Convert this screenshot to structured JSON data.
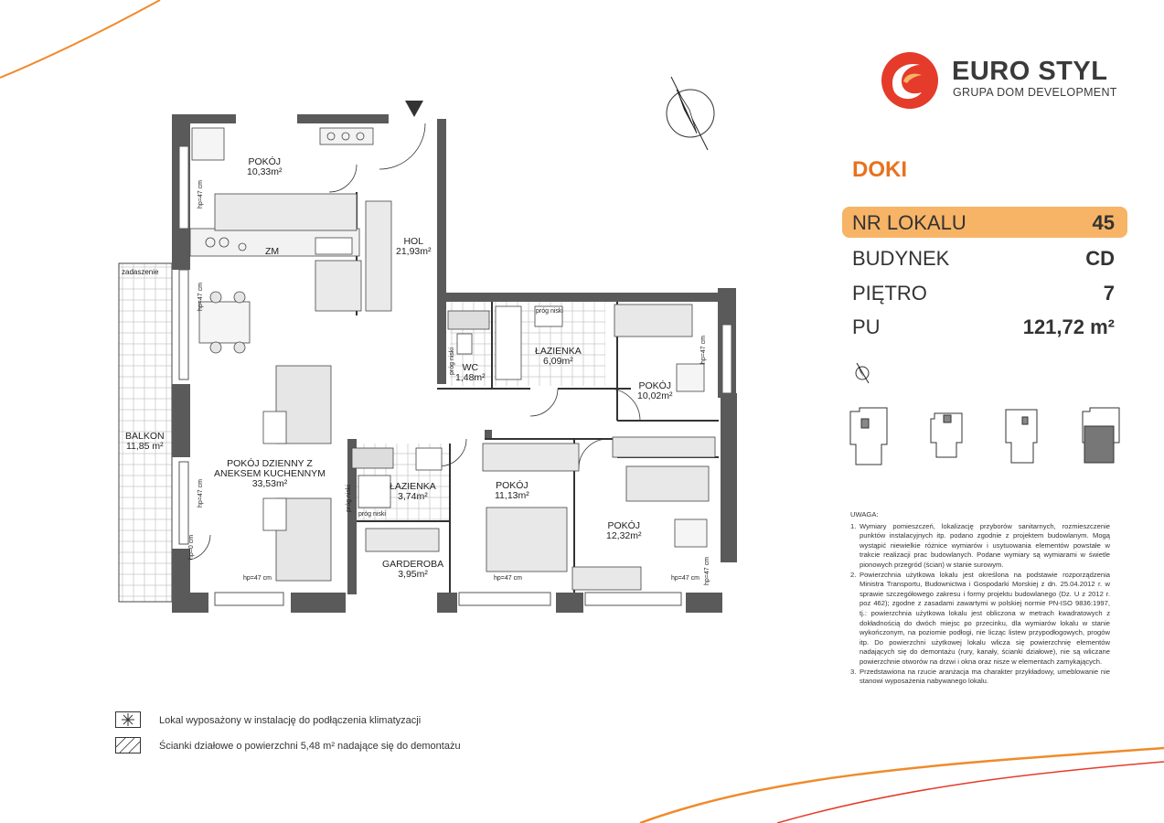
{
  "brand": {
    "name": "EURO STYL",
    "subtitle": "GRUPA DOM DEVELOPMENT",
    "accent_color": "#e8711d",
    "logo_color": "#e53b2a"
  },
  "project": "DOKI",
  "info": [
    {
      "label": "NR LOKALU",
      "value": "45",
      "highlight": true
    },
    {
      "label": "BUDYNEK",
      "value": "CD",
      "highlight": false
    },
    {
      "label": "PIĘTRO",
      "value": "7",
      "highlight": false
    },
    {
      "label": "PU",
      "value": "121,72 m²",
      "highlight": false
    }
  ],
  "rooms": {
    "pokoj1": {
      "name": "POKÓJ",
      "area": "10,33m²"
    },
    "hol": {
      "name": "HOL",
      "area": "21,93m²"
    },
    "zm": {
      "name": "ZM"
    },
    "zadaszenie": "zadaszenie",
    "wc": {
      "name": "WC",
      "area": "1,48m²"
    },
    "lazienka1": {
      "name": "ŁAZIENKA",
      "area": "6,09m²"
    },
    "pokoj2": {
      "name": "POKÓJ",
      "area": "10,02m²"
    },
    "balkon": {
      "name": "BALKON",
      "area": "11,85 m²"
    },
    "dzienny": {
      "line1": "POKÓJ DZIENNY Z",
      "line2": "ANEKSEM KUCHENNYM",
      "area": "33,53m²"
    },
    "lazienka2": {
      "name": "ŁAZIENKA",
      "area": "3,74m²"
    },
    "pokoj3": {
      "name": "POKÓJ",
      "area": "11,13m²"
    },
    "pokoj4": {
      "name": "POKÓJ",
      "area": "12,32m²"
    },
    "garderoba": {
      "name": "GARDEROBA",
      "area": "3,95m²"
    }
  },
  "annotations": {
    "hp47": "hp=47 cm",
    "hp0": "hp=0 cm",
    "prog": "próg niski"
  },
  "legend": [
    {
      "icon": "air-conditioning-icon",
      "text": "Lokal wyposażony w instalację do podłączenia klimatyzacji"
    },
    {
      "icon": "hatch-icon",
      "text": "Ścianki działowe o powierzchni 5,48 m² nadające się do demontażu"
    }
  ],
  "notes": {
    "title": "UWAGA:",
    "items": [
      "Wymiary pomieszczeń, lokalizację przyborów sanitarnych, rozmieszczenie punktów instalacyjnych itp. podano zgodnie z projektem budowlanym. Mogą wystąpić niewielkie różnice wymiarów i usytuowania elementów powstałe w trakcie realizacji prac budowlanych. Podane wymiary są wymiarami w świetle pionowych przegród (ścian) w stanie surowym.",
      "Powierzchnia użytkowa lokalu jest określona na podstawie rozporządzenia Ministra Transportu, Budownictwa i Gospodarki Morskiej z dn. 25.04.2012 r. w sprawie szczegółowego zakresu i formy projektu budowlanego (Dz. U z 2012 r. poz 462); zgodne z zasadami zawartymi w polskiej normie PN-ISO 9836:1997, tj.: powierzchnia użytkowa lokalu jest obliczona w metrach kwadratowych z dokładnością do dwóch miejsc po przecinku, dla wymiarów lokalu w stanie wykończonym, na poziomie podłogi, nie licząc listew przypodłogowych, progów itp. Do powierzchni użytkowej lokalu wlicza się powierzchnię elementów nadających się do demontażu (rury, kanały, ścianki działowe), nie są wliczane powierzchnie otworów na drzwi i okna oraz nisze w elementach zamykających.",
      "Przedstawiona na rzucie aranżacja ma charakter przykładowy, umeblowanie nie stanowi wyposażenia nabywanego lokalu."
    ]
  }
}
